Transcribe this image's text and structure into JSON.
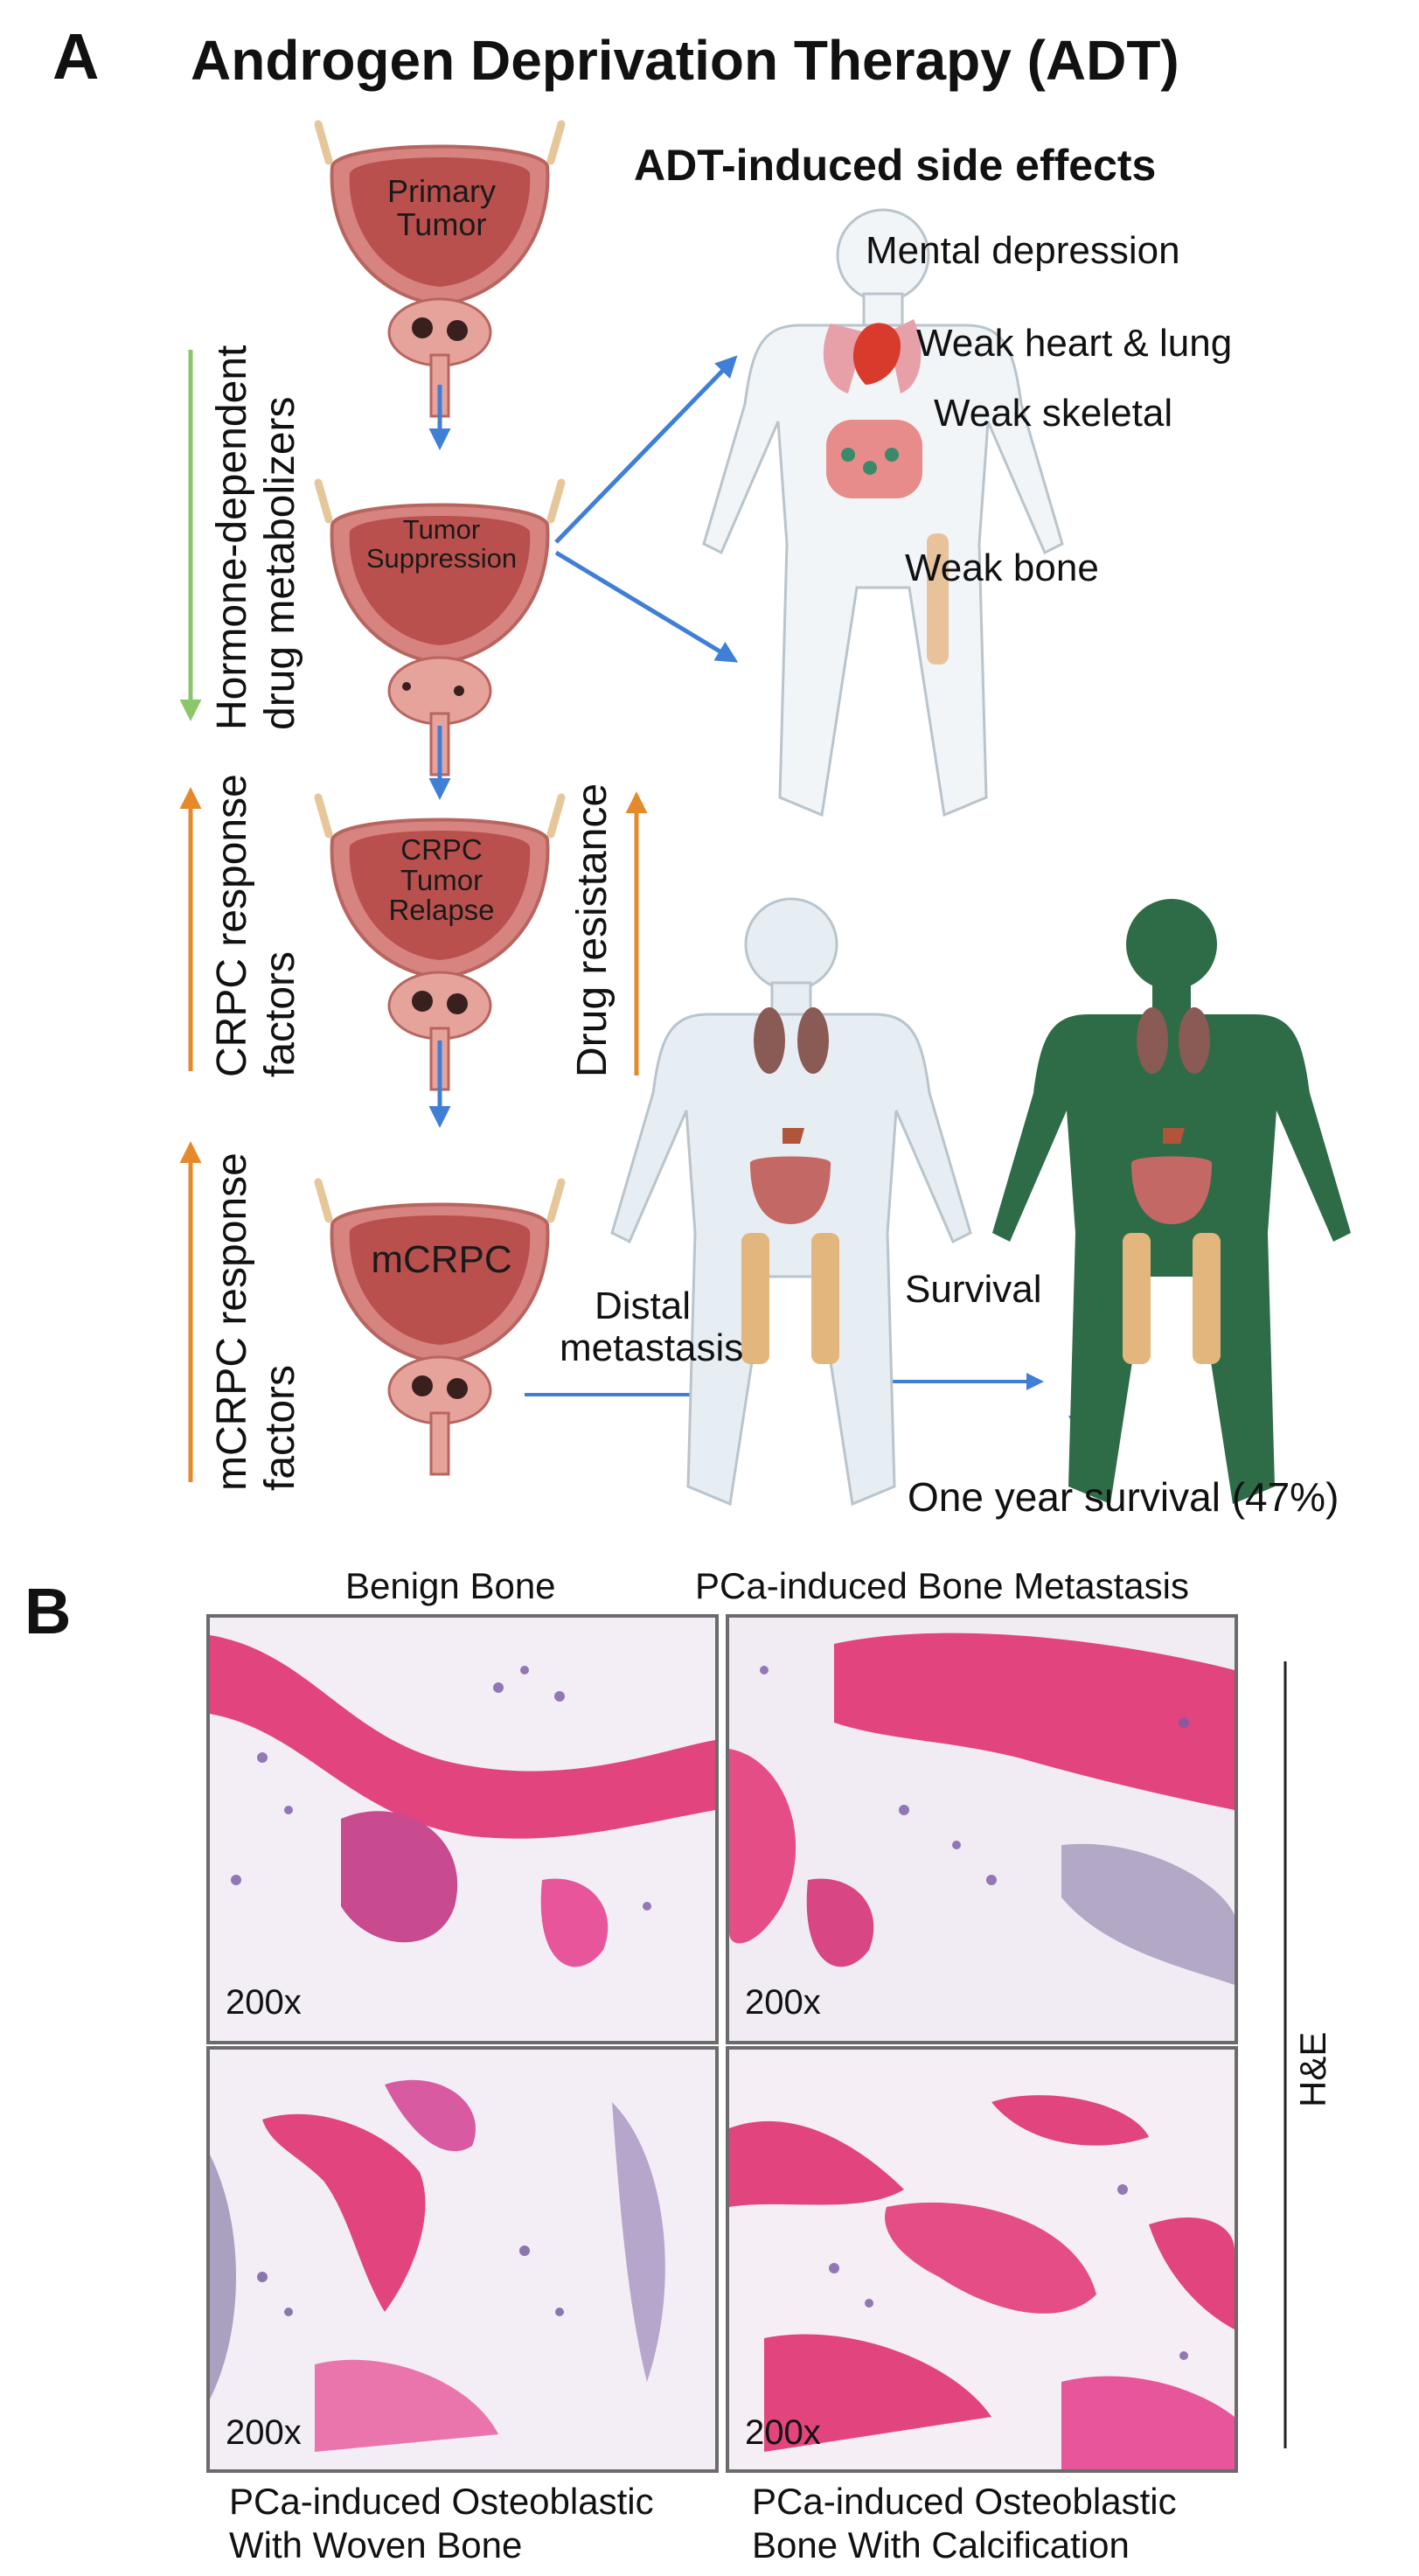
{
  "panel_a": {
    "letter": "A",
    "title": "Androgen Deprivation Therapy (ADT)",
    "side_effects_title": "ADT-induced side effects",
    "side_effects": [
      "Mental depression",
      "Weak heart & lung",
      "Weak skeletal",
      "Weak bone"
    ],
    "stages": [
      "Primary\nTumor",
      "Tumor\nSuppression",
      "CRPC\nTumor\nRelapse",
      "mCRPC"
    ],
    "left_labels": {
      "hormone": [
        "Hormone-dependent",
        "drug metabolizers"
      ],
      "crpc": [
        "CRPC response",
        "factors"
      ],
      "mcrpc": [
        "mCRPC response",
        "factors"
      ]
    },
    "drug_resistance": "Drug resistance",
    "distal_metastasis": [
      "Distal",
      "metastasis"
    ],
    "survival": "Survival",
    "one_year_survival": "One  year survival (47%)"
  },
  "panel_b": {
    "letter": "B",
    "col_headers": [
      "Benign Bone",
      "PCa-induced Bone Metastasis"
    ],
    "stain_label": "H&E",
    "magnification": "200x",
    "bottom_captions": [
      [
        "PCa-induced Osteoblastic",
        "With Woven Bone"
      ],
      [
        "PCa-induced Osteoblastic",
        "Bone With Calcification"
      ]
    ]
  },
  "colors": {
    "bladder": "#cf6a6a",
    "bladder_dark": "#a84a48",
    "arrow_blue": "#3f7fd6",
    "arrow_green": "#8cc66b",
    "arrow_orange": "#e58a2b",
    "body_green": "#2e6b47",
    "stain_pink": "#e2457d",
    "stain_purple": "#7a5aa6"
  }
}
